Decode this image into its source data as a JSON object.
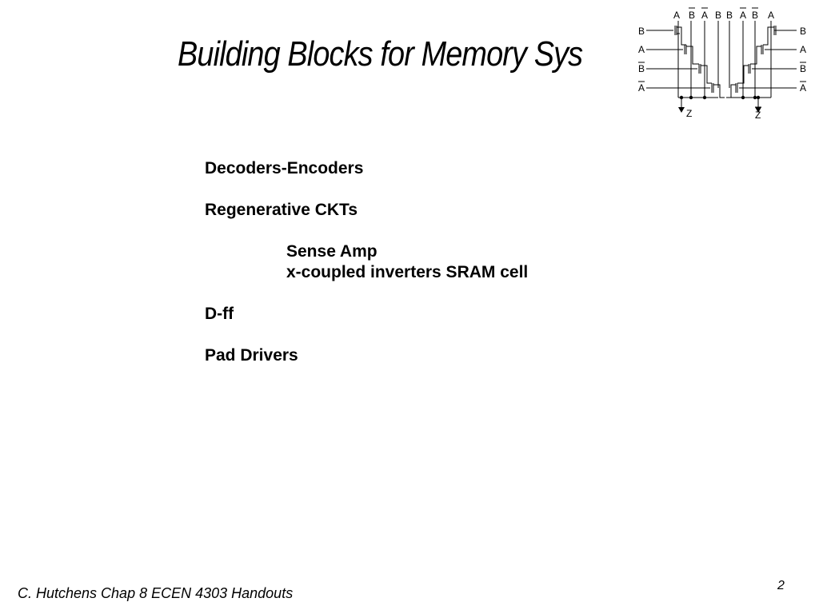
{
  "slide": {
    "title": "Building Blocks for Memory Sys",
    "items": [
      {
        "text": "Decoders-Encoders"
      },
      {
        "text": "Regenerative CKTs"
      },
      {
        "text": "Sense Amp"
      },
      {
        "text": "x-coupled inverters SRAM cell"
      },
      {
        "text": "D-ff"
      },
      {
        "text": "Pad Drivers"
      }
    ],
    "footer": "C. Hutchens Chap 8 ECEN 4303 Handouts",
    "page_number": "2"
  },
  "circuit": {
    "top_labels": [
      "A",
      "B",
      "A",
      "B",
      "B",
      "A",
      "B",
      "A"
    ],
    "left_labels": [
      "B",
      "A",
      "B",
      "A"
    ],
    "right_labels": [
      "B",
      "A",
      "B",
      "A"
    ],
    "output_left": "Z",
    "output_right": "Z"
  }
}
